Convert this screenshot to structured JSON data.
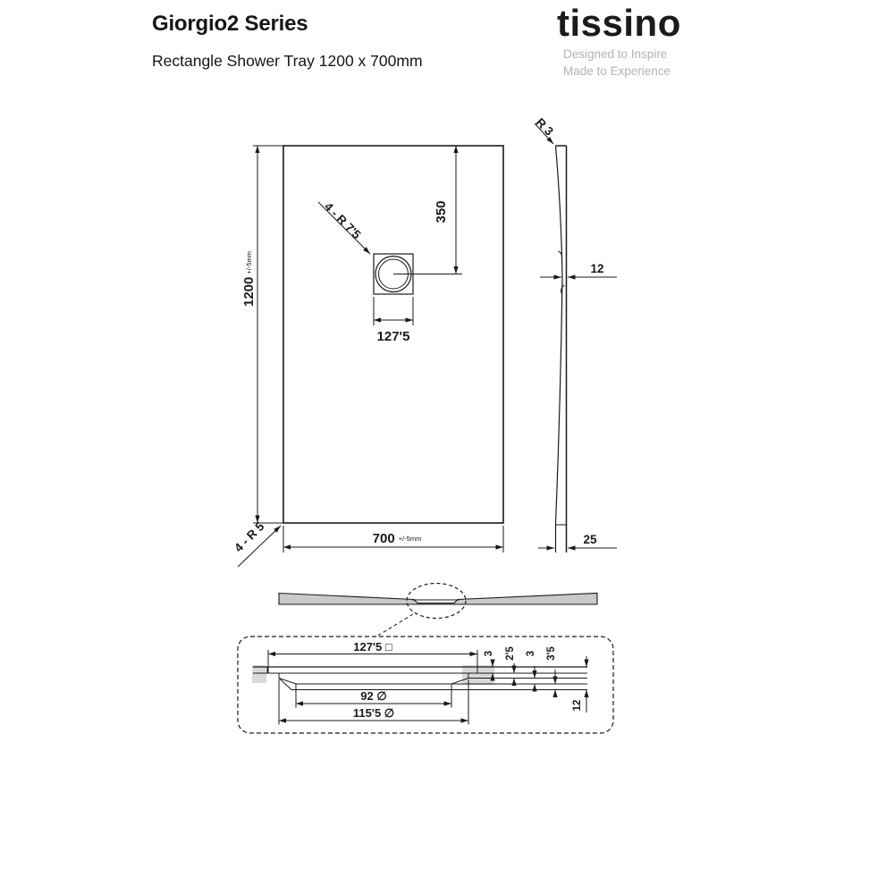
{
  "header": {
    "title": "Giorgio2 Series",
    "subtitle": "Rectangle Shower Tray 1200 x 700mm",
    "brand": "tissino",
    "taglines": [
      "Designed to Inspire",
      "Made to Experience"
    ]
  },
  "plan_view": {
    "length": "1200",
    "length_tolerance": "+/-5mm",
    "width": "700",
    "width_tolerance": "+/-5mm",
    "drain_offset": "350",
    "drain_width": "127'5",
    "drain_corner_radius": "4 - R 7'5",
    "tray_corner_radius": "4 - R 5"
  },
  "side_view": {
    "edge_radius": "R 3",
    "centre_thickness": "12",
    "edge_height": "25"
  },
  "detail_view": {
    "plate_size": "127'5 □",
    "inner_diameter": "92 ∅",
    "outer_diameter": "115'5 ∅",
    "step_1": "3",
    "step_2": "2'5",
    "step_3": "3",
    "step_4": "3'5",
    "total_depth": "12"
  },
  "colors": {
    "line": "#1a1a1a",
    "section_fill": "#c9c9c9",
    "shade_fill": "#d9d9d9",
    "tagline": "#b3b3b3"
  }
}
